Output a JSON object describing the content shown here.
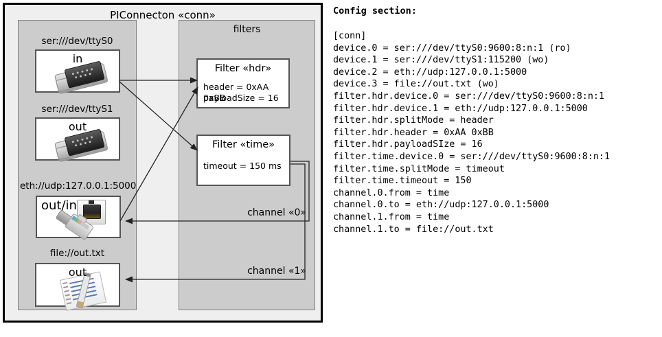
{
  "diagram": {
    "title": "PIConnecton «conn»",
    "devices_panel": {
      "name": "devices-panel",
      "items": [
        {
          "label": "ser:///dev/ttyS0",
          "box_label": "in",
          "icon": "serial-db9-icon"
        },
        {
          "label": "ser:///dev/ttyS1",
          "box_label": "out",
          "icon": "serial-db9-icon"
        },
        {
          "label": "eth://udp:127.0.0.1:5000",
          "box_label": "out/in",
          "icon": "network-rj45-icon"
        },
        {
          "label": "file://out.txt",
          "box_label": "out",
          "icon": "notepad-file-icon"
        }
      ]
    },
    "filters_panel": {
      "title": "filters",
      "filters": [
        {
          "title": "Filter «hdr»",
          "props": [
            "header = 0xAA 0xBB",
            "payloadSize = 16"
          ]
        },
        {
          "title": "Filter «time»",
          "props": [
            "timeout = 150 ms"
          ]
        }
      ]
    },
    "channels": [
      {
        "label": "channel «0»"
      },
      {
        "label": "channel «1»"
      }
    ]
  },
  "config": {
    "heading": "Config section:",
    "lines": [
      "[conn]",
      "device.0 = ser:///dev/ttyS0:9600:8:n:1 (ro)",
      "device.1 = ser:///dev/ttyS1:115200 (wo)",
      "device.2 = eth://udp:127.0.0.1:5000",
      "device.3 = file://out.txt (wo)",
      "filter.hdr.device.0 = ser:///dev/ttyS0:9600:8:n:1",
      "filter.hdr.device.1 = eth://udp:127.0.0.1:5000",
      "filter.hdr.splitMode = header",
      "filter.hdr.header = 0xAA 0xBB",
      "filter.hdr.payloadSIze = 16",
      "filter.time.device.0 = ser:///dev/ttyS0:9600:8:n:1",
      "filter.time.splitMode = timeout",
      "filter.time.timeout = 150",
      "channel.0.from = time",
      "channel.0.to = eth://udp:127.0.0.1:5000",
      "channel.1.from = time",
      "channel.1.to = file://out.txt"
    ]
  },
  "colors": {
    "frame_border": "#000000",
    "frame_fill": "#efefef",
    "panel_fill": "#cccccc",
    "panel_border": "#808080",
    "box_fill": "#ffffff",
    "box_border": "#555555",
    "wire": "#222222"
  }
}
